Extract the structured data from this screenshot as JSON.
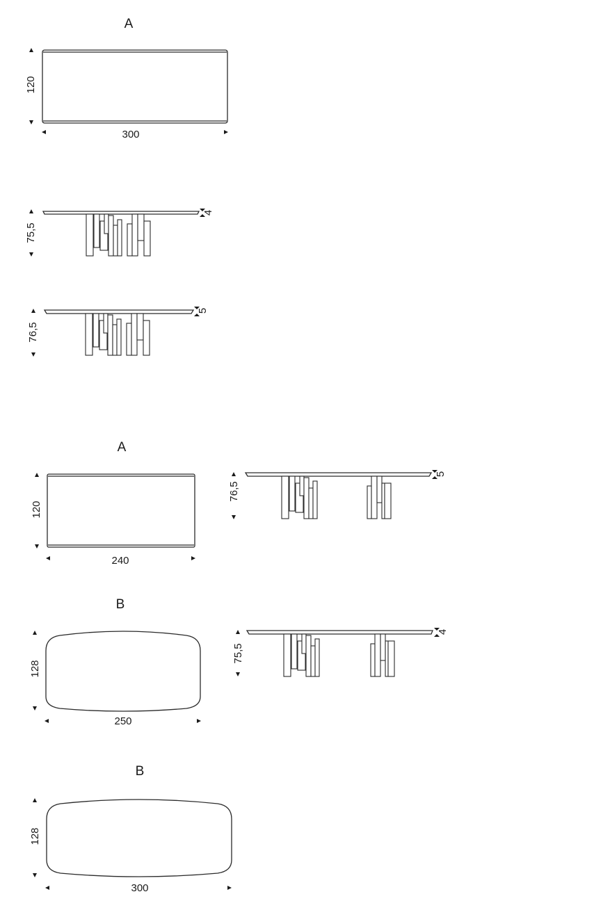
{
  "views": {
    "a300_top": {
      "title": "A",
      "depth": "120",
      "width": "300"
    },
    "a300_side_4": {
      "height": "75,5",
      "thickness": "4"
    },
    "a300_side_5": {
      "height": "76,5",
      "thickness": "5"
    },
    "a240_top": {
      "title": "A",
      "depth": "120",
      "width": "240"
    },
    "a240_side_5": {
      "height": "76,5",
      "thickness": "5"
    },
    "b250_top": {
      "title": "B",
      "depth": "128",
      "width": "250"
    },
    "b250_side_4": {
      "height": "75,5",
      "thickness": "4"
    },
    "b300_top": {
      "title": "B",
      "depth": "128",
      "width": "300"
    }
  }
}
